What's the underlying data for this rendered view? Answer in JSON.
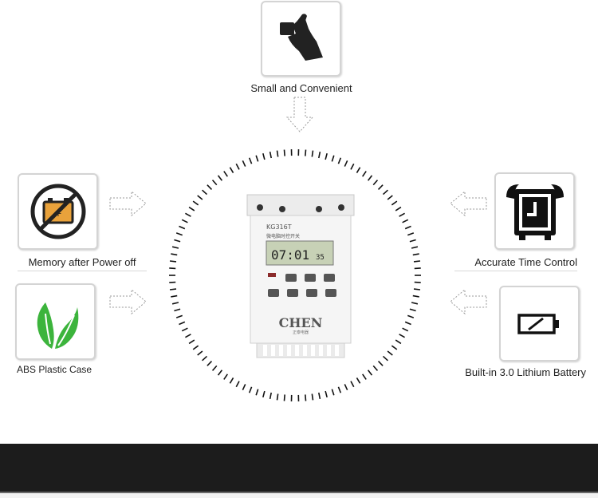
{
  "features": {
    "small": {
      "label": "Small and Convenient",
      "icon": "hand-holding-card-icon"
    },
    "memory": {
      "label": "Memory after Power off",
      "icon": "no-battery-icon"
    },
    "abs": {
      "label": "ABS Plastic Case",
      "icon": "leaf-icon"
    },
    "accurate": {
      "label": "Accurate Time Control",
      "icon": "alarm-clock-icon"
    },
    "battery": {
      "label": "Built-in 3.0 Lithium Battery",
      "icon": "low-battery-icon"
    }
  },
  "device": {
    "model": "KG316T",
    "subtitle": "微电脑时控开关",
    "time": "07:01",
    "seconds": "35",
    "brand": "CHEN",
    "brand_sub": "正泰电器"
  },
  "colors": {
    "leaf": "#3cb43c",
    "no_symbol": "#222222",
    "battery_fill": "#e9a23b",
    "lcd": "#c7d1b6",
    "footer": "#1c1c1c"
  }
}
